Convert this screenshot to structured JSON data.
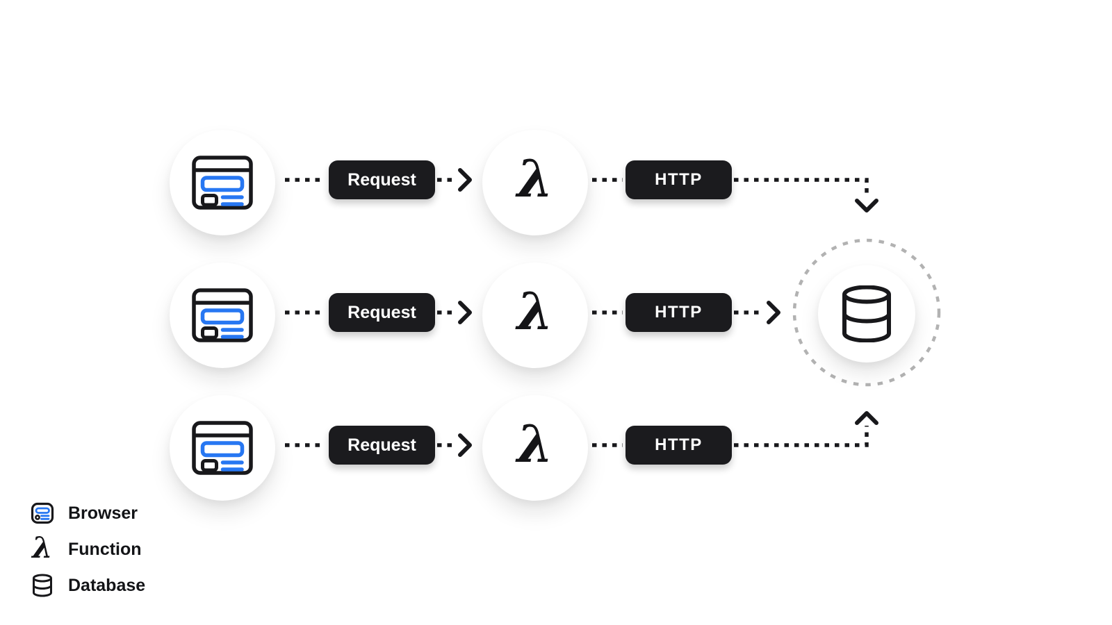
{
  "diagram": {
    "function_symbol": "λ",
    "rows": [
      {
        "source": "browser",
        "edge_label": "Request",
        "processor": "function",
        "protocol_label": "HTTP",
        "target": "database"
      },
      {
        "source": "browser",
        "edge_label": "Request",
        "processor": "function",
        "protocol_label": "HTTP",
        "target": "database"
      },
      {
        "source": "browser",
        "edge_label": "Request",
        "processor": "function",
        "protocol_label": "HTTP",
        "target": "database"
      }
    ]
  },
  "legend": {
    "items": [
      {
        "icon": "browser-icon",
        "label": "Browser"
      },
      {
        "icon": "lambda-icon",
        "label": "Function"
      },
      {
        "icon": "database-icon",
        "label": "Database"
      }
    ]
  },
  "colors": {
    "background": "#ffffff",
    "ink": "#18181b",
    "pill_background": "#1b1b1e",
    "pill_text": "#ffffff",
    "accent_blue": "#2777f2",
    "dashed_ring_gray": "#b2b2b2"
  }
}
